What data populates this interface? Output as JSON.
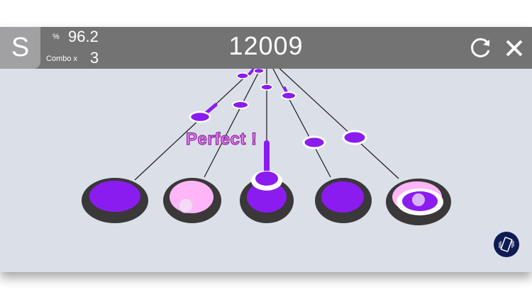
{
  "hud": {
    "rank": "S",
    "accuracy_symbol": "%",
    "accuracy": "96.2",
    "combo_label": "Combo x",
    "combo": "3",
    "score": "12009",
    "retry_icon": "retry-icon",
    "close_icon": "close-icon"
  },
  "playfield": {
    "judgement": "Perfect !",
    "lanes": 5,
    "lane_states": [
      "idle",
      "pressed",
      "hit-note",
      "idle",
      "pressed-hit"
    ],
    "colors": {
      "note": "#8b1cf0",
      "pad_rim": "#3a3839",
      "pad_active": "#ffb6f8",
      "background": "#dbe0e8",
      "hud": "#737373",
      "judgement_text": "#e57ef2"
    }
  },
  "controls": {
    "rotate_icon": "screen-rotate-icon"
  }
}
